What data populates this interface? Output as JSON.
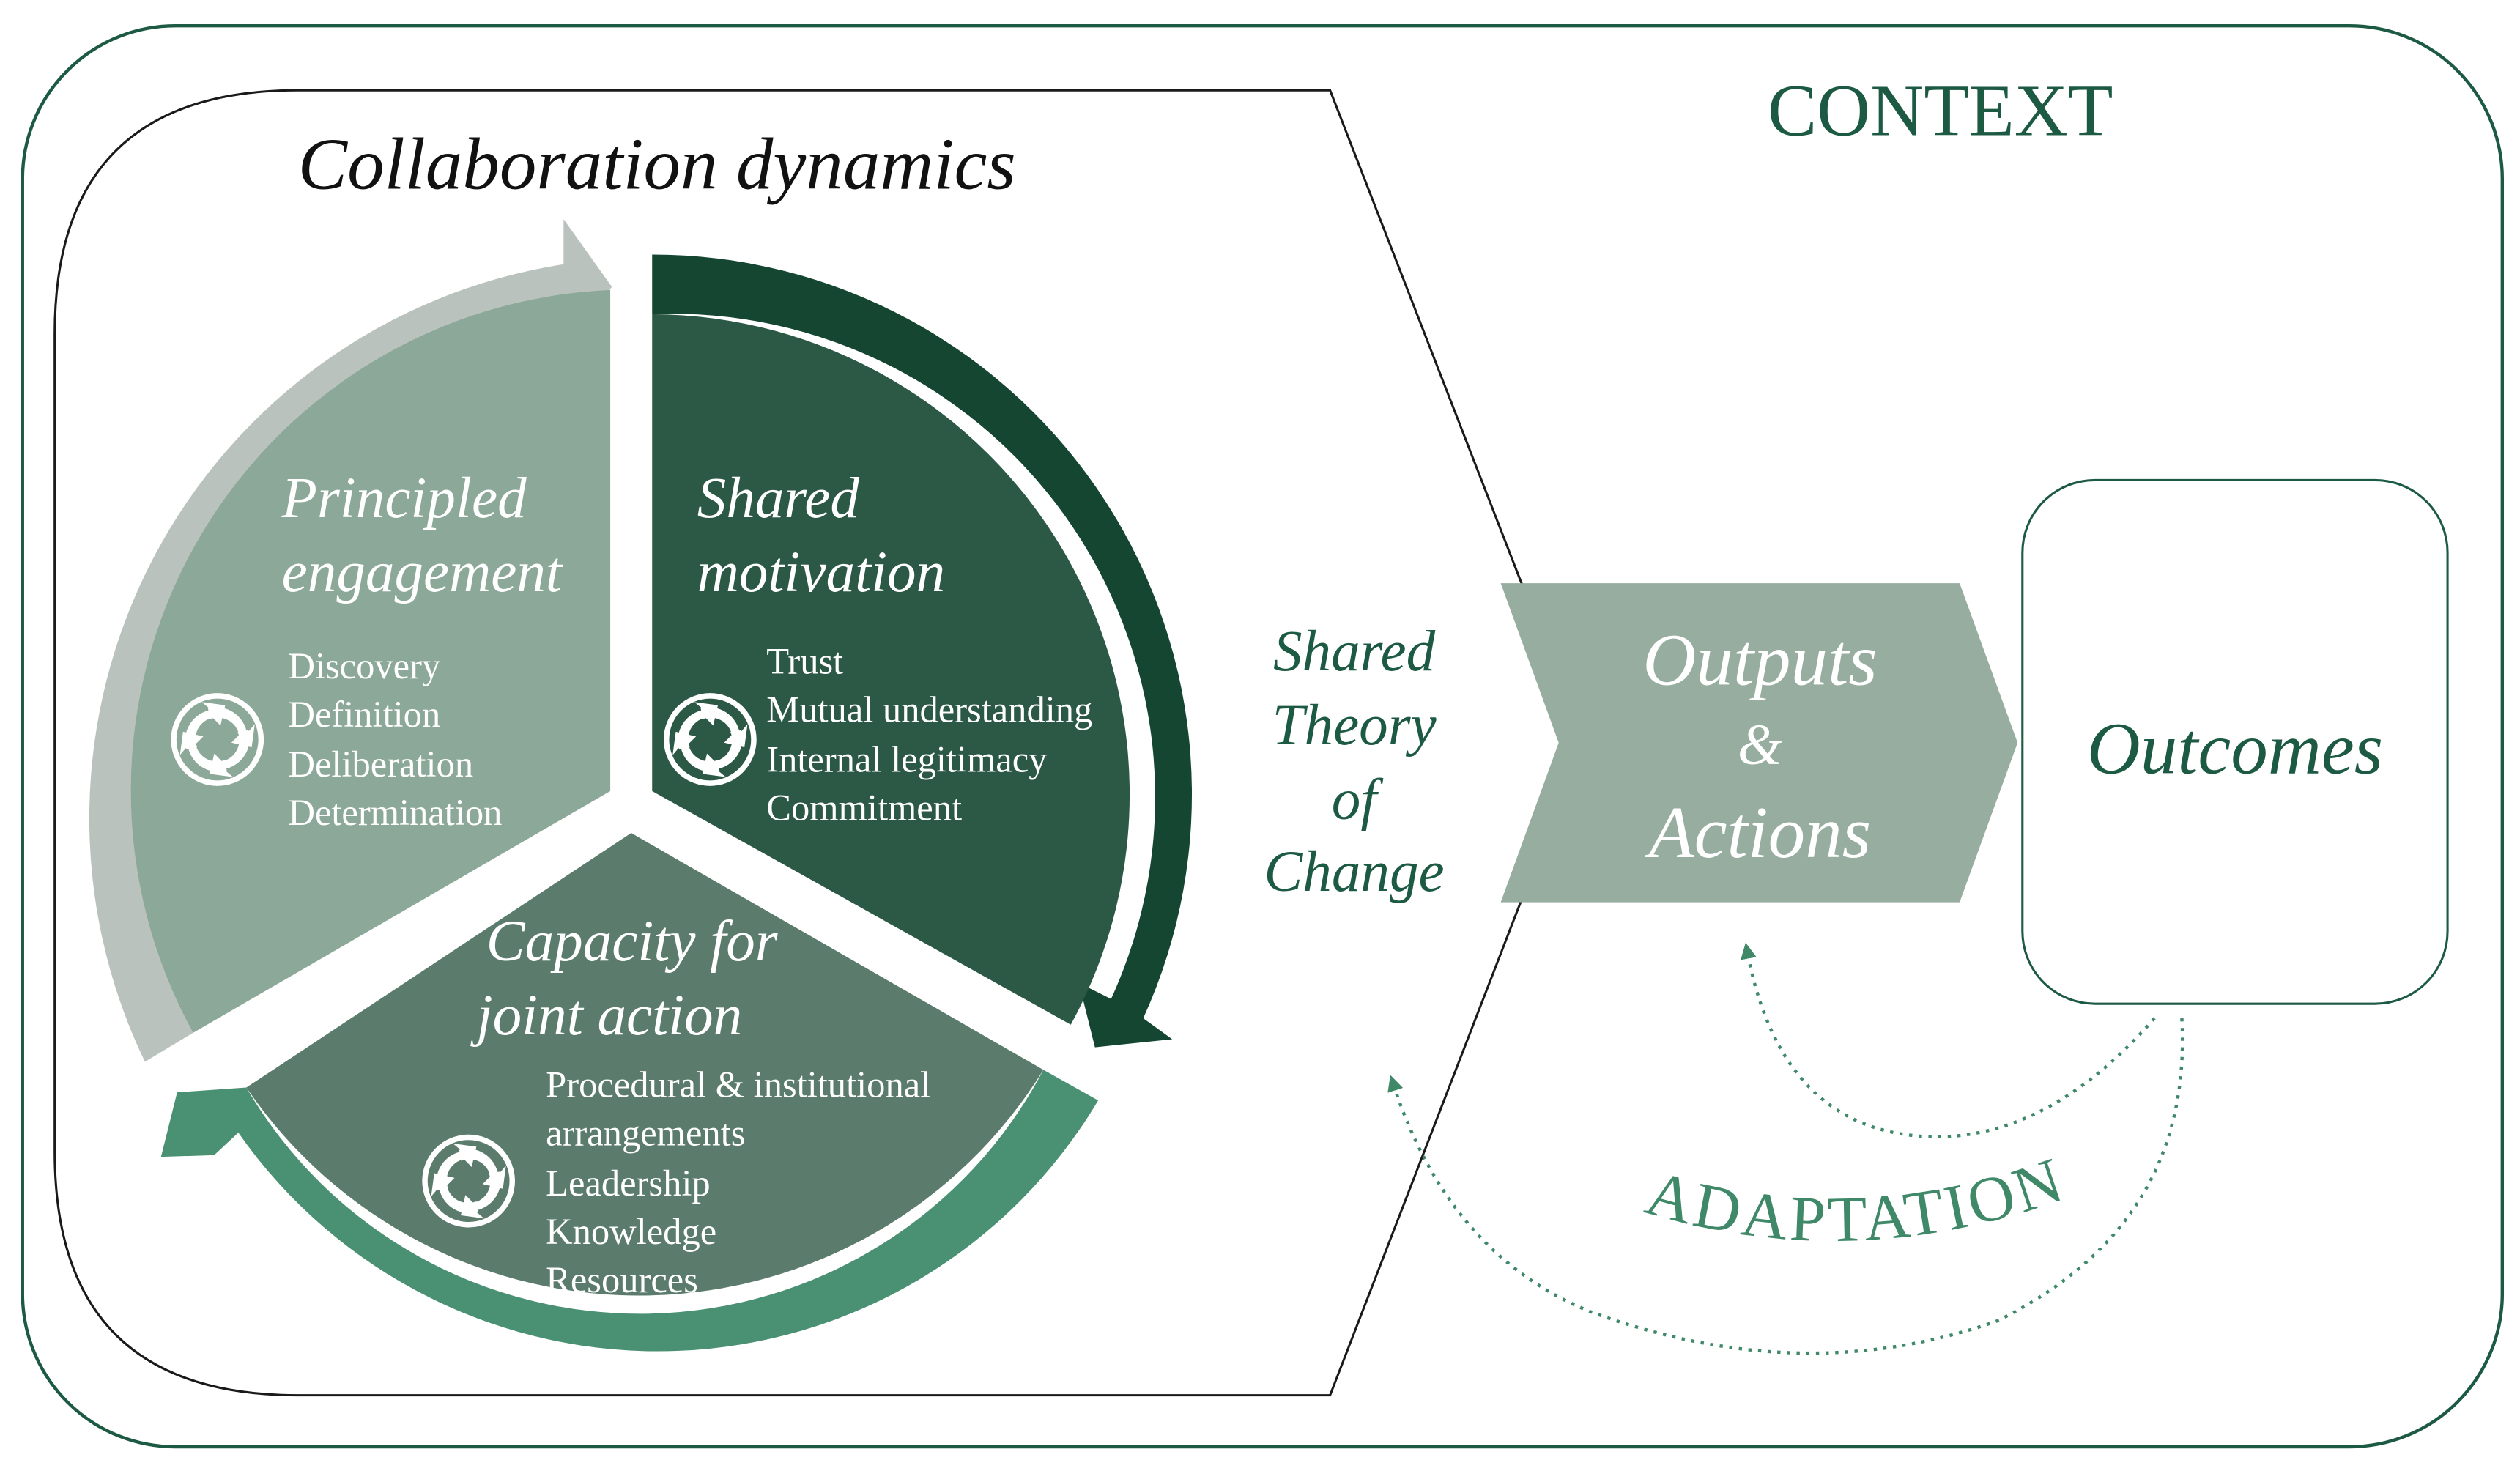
{
  "colors": {
    "dark_green": "#1b4a37",
    "context_green": "#1d5a43",
    "principled_fill": "#8ca898",
    "principled_arrow": "#bac2bd",
    "motivation_fill": "#2c5846",
    "motivation_arrow": "#154632",
    "capacity_fill": "#5b7c6c",
    "capacity_arrow": "#4a9174",
    "outputs_fill": "#97ad9f",
    "adaptation_green": "#3f8868",
    "white": "#ffffff"
  },
  "context": {
    "label": "CONTEXT"
  },
  "collaboration": {
    "title": "Collaboration dynamics",
    "principled": {
      "title_line1": "Principled",
      "title_line2": "engagement",
      "items": [
        "Discovery",
        "Definition",
        "Deliberation",
        "Determination"
      ],
      "icon": "cycle-icon"
    },
    "motivation": {
      "title_line1": "Shared",
      "title_line2": "motivation",
      "items": [
        "Trust",
        "Mutual understanding",
        "Internal legitimacy",
        "Commitment"
      ],
      "icon": "cycle-icon"
    },
    "capacity": {
      "title_line1": "Capacity for",
      "title_line2": "joint action",
      "items": [
        "Procedural & institutional",
        "arrangements",
        "Leadership",
        "Knowledge",
        "Resources"
      ],
      "icon": "cycle-icon"
    }
  },
  "theory": {
    "lines": [
      "Shared",
      "Theory",
      "of",
      "Change"
    ]
  },
  "outputs": {
    "line1": "Outputs",
    "line2": "&",
    "line3": "Actions"
  },
  "outcomes": {
    "label": "Outcomes"
  },
  "adaptation": {
    "label": "ADAPTATION"
  }
}
